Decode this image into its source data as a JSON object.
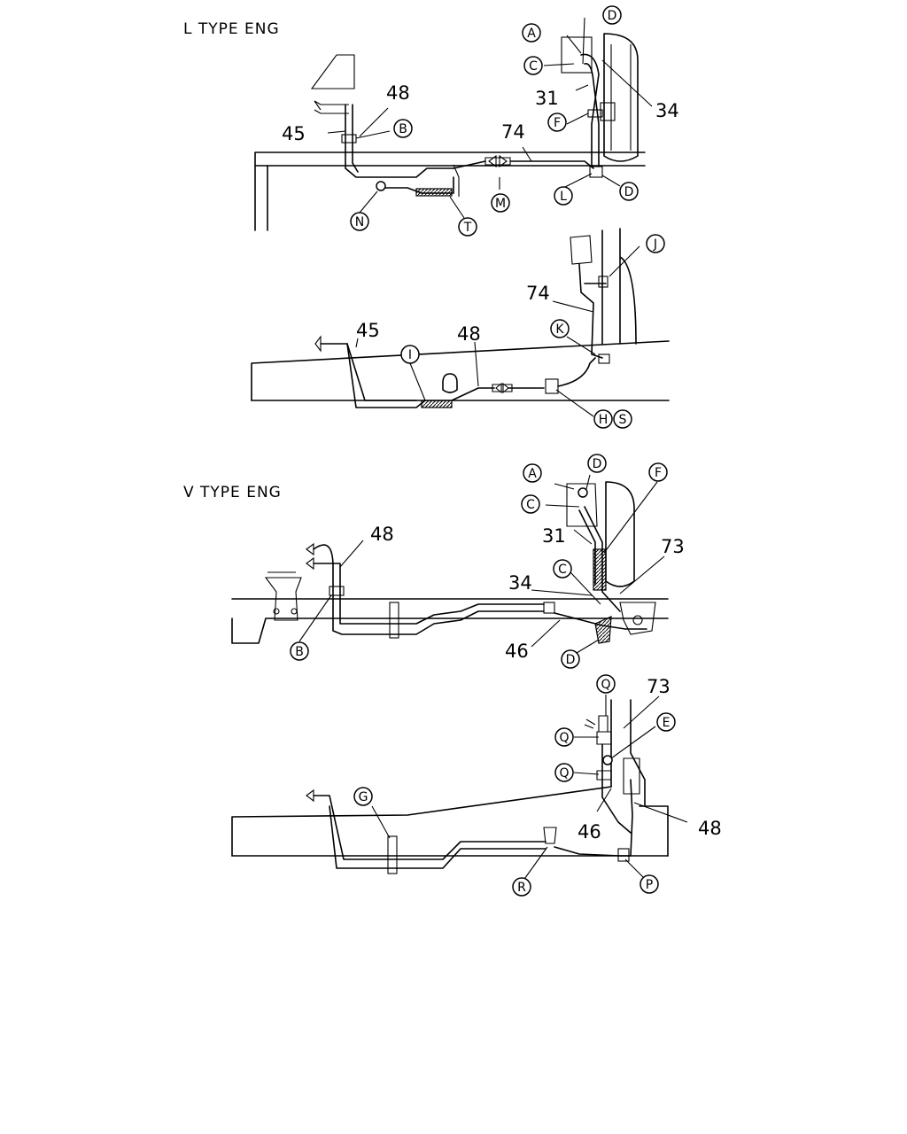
{
  "sections": [
    {
      "id": "l",
      "title": "L TYPE ENG"
    },
    {
      "id": "v",
      "title": "V TYPE ENG"
    }
  ],
  "part_numbers": {
    "p31": "31",
    "p34": "34",
    "p45": "45",
    "p46": "46",
    "p48": "48",
    "p73": "73",
    "p74": "74"
  },
  "letters": {
    "A": "A",
    "B": "B",
    "C": "C",
    "D": "D",
    "E": "E",
    "F": "F",
    "G": "G",
    "H": "H",
    "I": "I",
    "J": "J",
    "K": "K",
    "L": "L",
    "M": "M",
    "N": "N",
    "P": "P",
    "Q": "Q",
    "R": "R",
    "S": "S",
    "T": "T"
  }
}
